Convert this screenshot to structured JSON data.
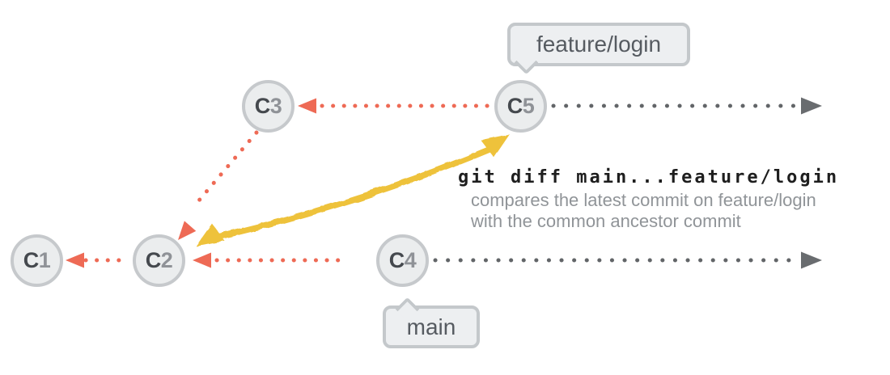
{
  "diagram_type": "git-commit-graph",
  "nodes": [
    {
      "name": "C1",
      "letter": "C",
      "number": "1"
    },
    {
      "name": "C2",
      "letter": "C",
      "number": "2"
    },
    {
      "name": "C3",
      "letter": "C",
      "number": "3"
    },
    {
      "name": "C4",
      "letter": "C",
      "number": "4"
    },
    {
      "name": "C5",
      "letter": "C",
      "number": "5"
    }
  ],
  "labels": {
    "feature_branch": "feature/login",
    "main_branch": "main"
  },
  "annotation": {
    "command": "git diff main...feature/login",
    "line1": "compares the latest commit on feature/login",
    "line2": "with the common ancestor commit"
  },
  "icons": {
    "red_arrowhead": "left-pointing-triangle",
    "gray_arrowhead": "right-pointing-triangle",
    "yellow_arrow": "double-headed-curved-arrow",
    "label_tail": "speech-bubble-pointer"
  },
  "colors": {
    "red": "#ee6a55",
    "yellow": "#eec23a",
    "gray_line": "#626568",
    "gray_arrow": "#696c6f",
    "node_fill": "#ebedee",
    "node_border": "#c6c9cc",
    "node_letter": "#45494e",
    "node_number": "#8f9297",
    "label_fill": "#edeff1",
    "label_border": "#c4c8cb",
    "label_text": "#565b61",
    "command_text": "#1e1e1e",
    "desc_text": "#909498"
  }
}
